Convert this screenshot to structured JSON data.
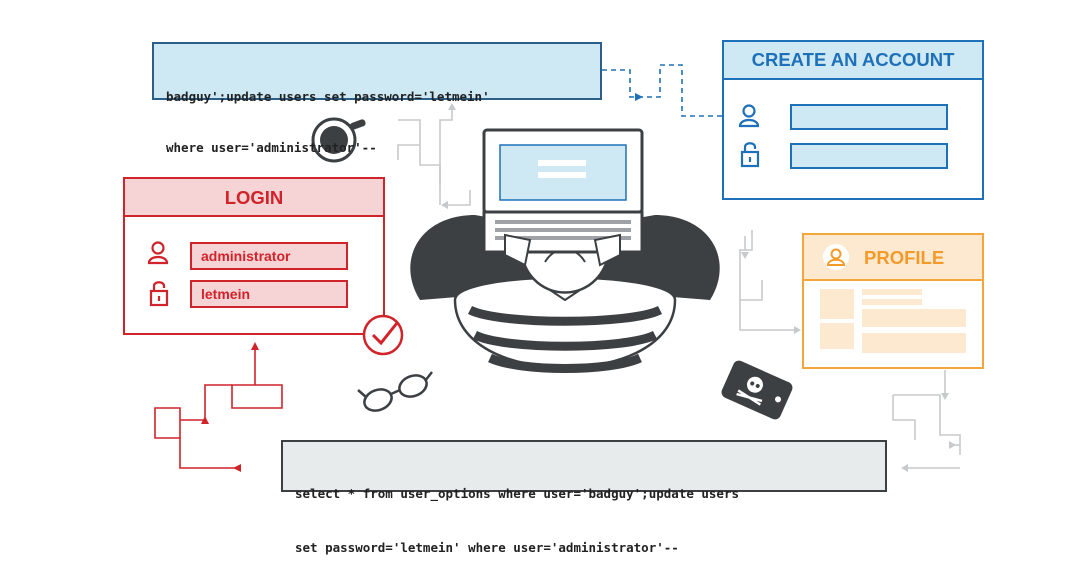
{
  "code_top": {
    "line1": "badguy';update users set password='letmein'",
    "line2": "where user='administrator'--"
  },
  "create_account": {
    "title": "CREATE AN ACCOUNT",
    "icons": [
      "user-icon",
      "lock-icon"
    ]
  },
  "login": {
    "title": "LOGIN",
    "username": "administrator",
    "password": "letmein",
    "icons": [
      "user-icon",
      "lock-icon",
      "check-icon"
    ]
  },
  "profile": {
    "title": "PROFILE",
    "icons": [
      "user-icon"
    ]
  },
  "code_bottom": {
    "line1": "select * from user_options where user='badguy';update users",
    "line2": "set password='letmein' where user='administrator'--"
  },
  "colors": {
    "blue": "#1e70b8",
    "blue_fill": "#cfe9f4",
    "red": "#d1232a",
    "red_fill": "#f6d4d6",
    "orange": "#f4a63b",
    "orange_fill": "#fde9cf",
    "dark": "#3c4043",
    "gray_connector": "#c7c9cb"
  },
  "illustration": [
    "hacker-figure",
    "laptop",
    "coffee-cup",
    "glasses",
    "phone-skull"
  ]
}
